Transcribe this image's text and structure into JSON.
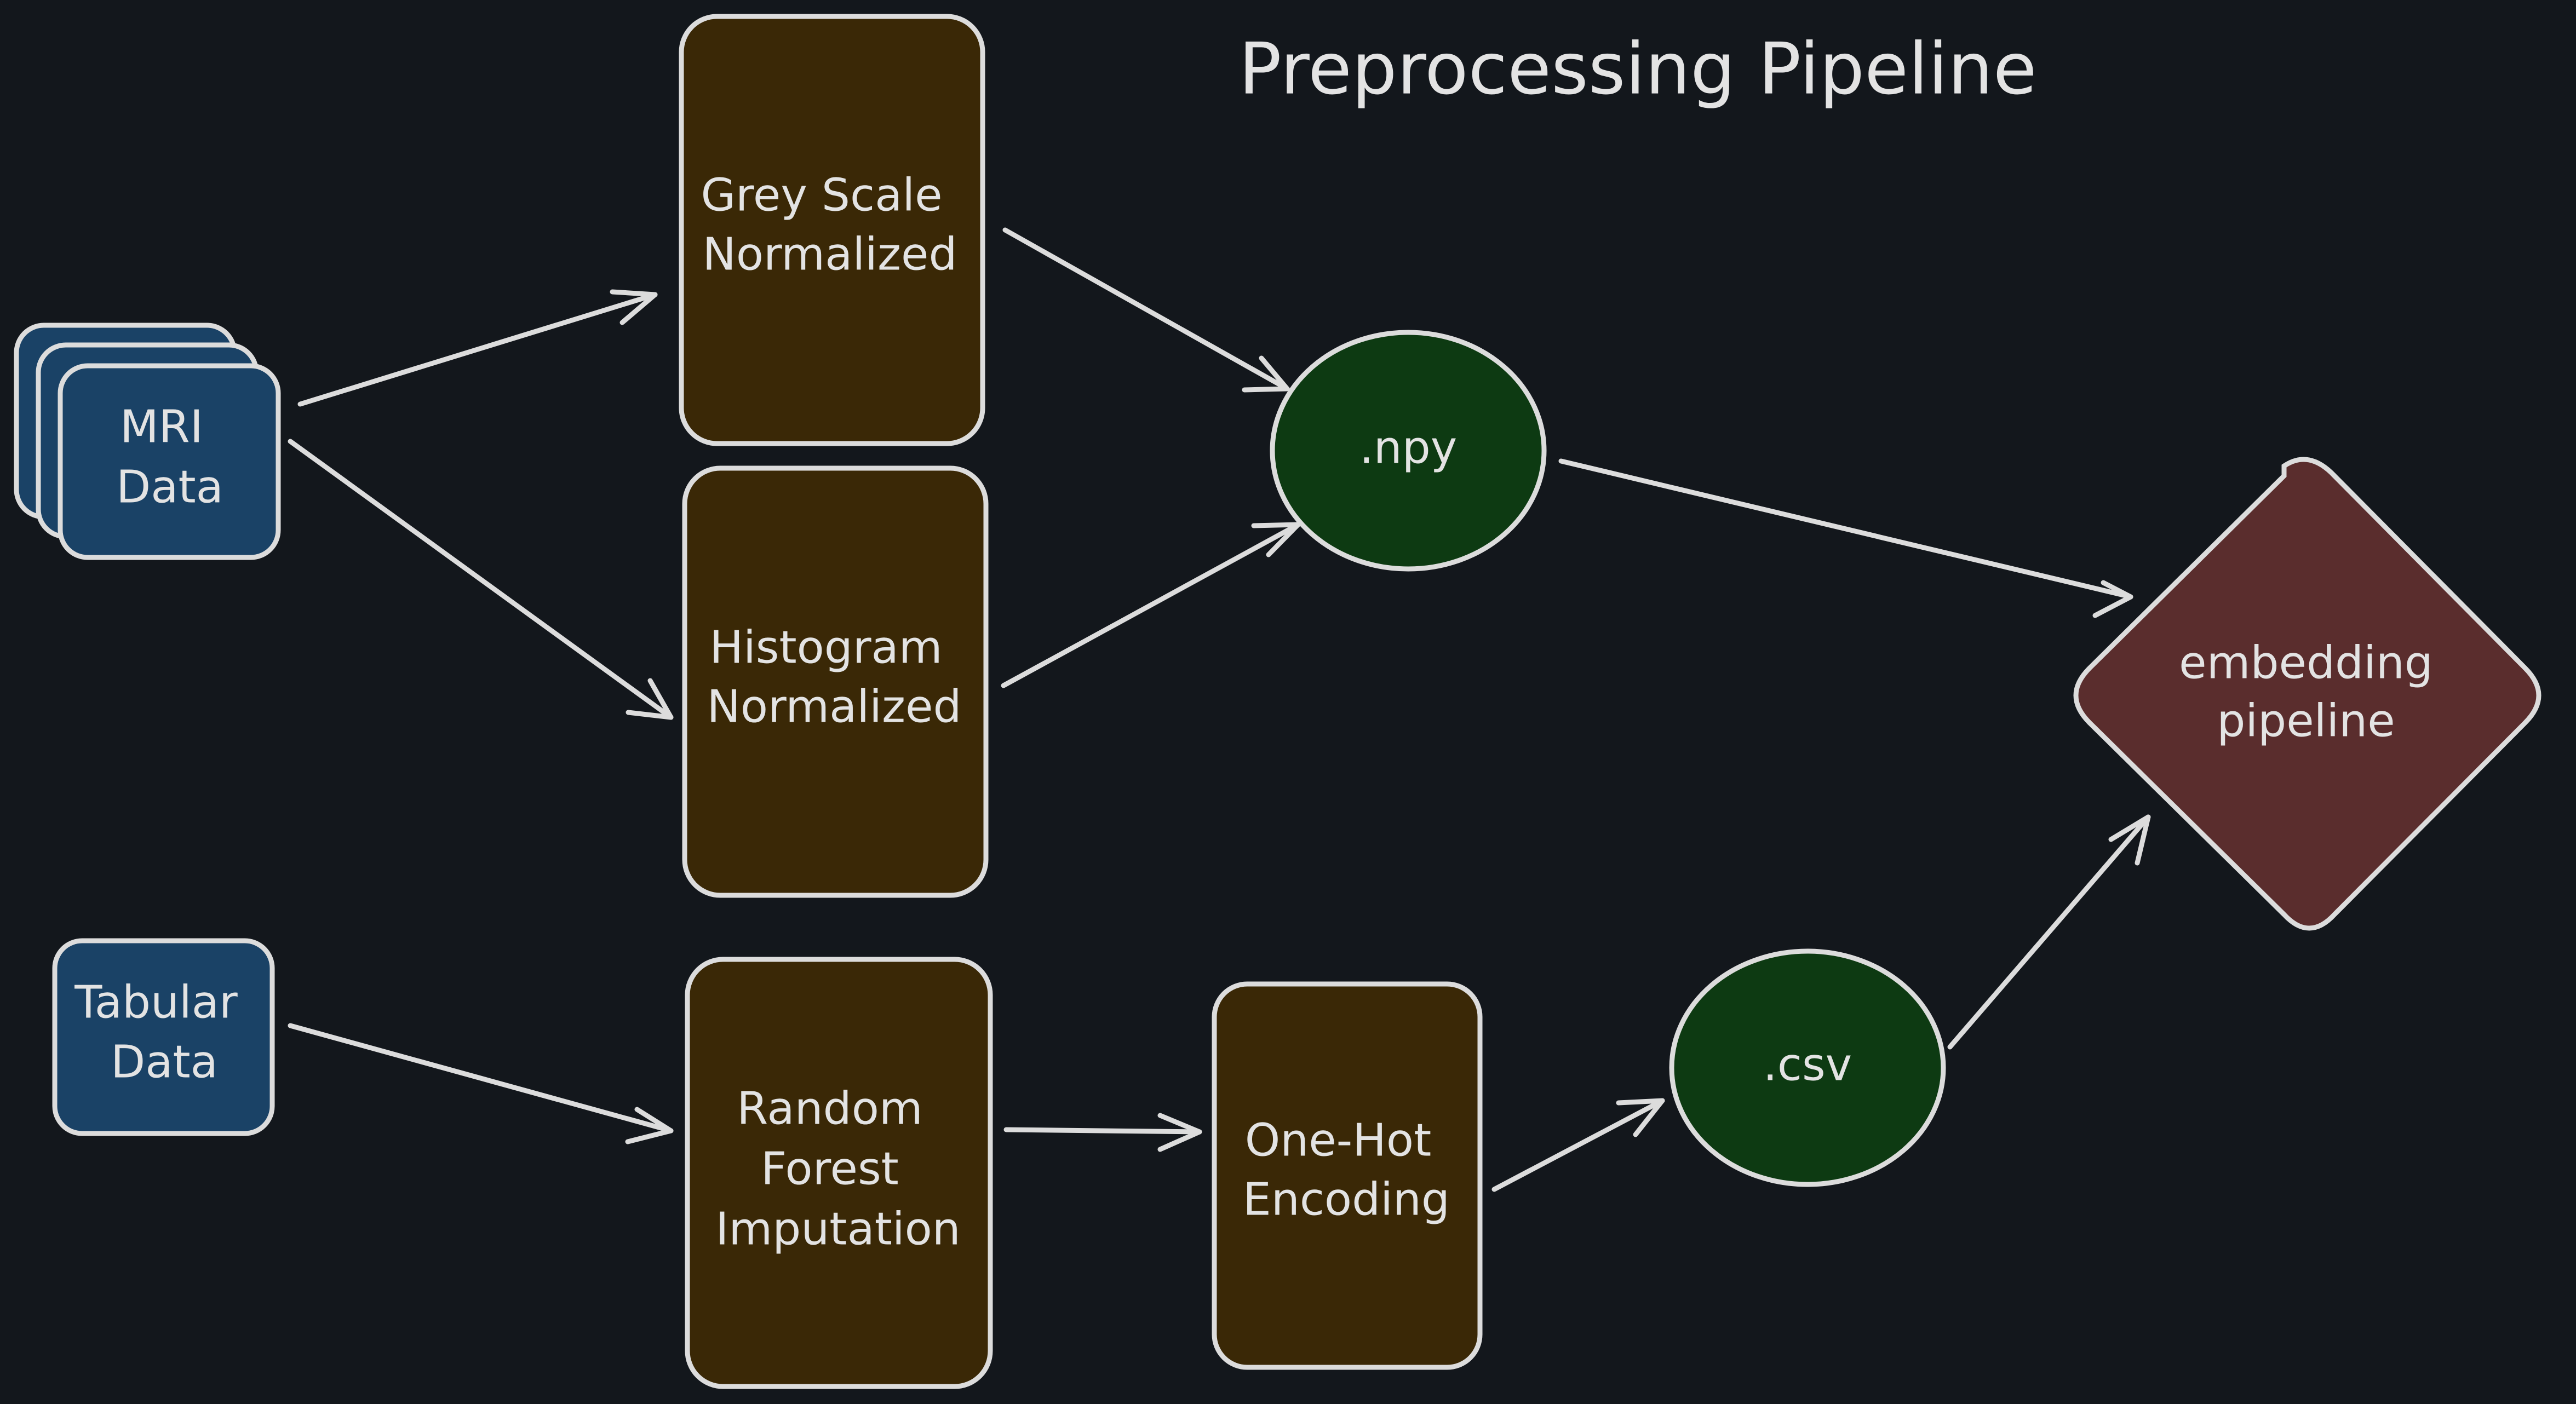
{
  "title": "Preprocessing Pipeline",
  "nodes": {
    "mri": {
      "lines": [
        "MRI",
        "Data"
      ],
      "shape": "stacked-rectangle",
      "fill": "#1a4266"
    },
    "tabular": {
      "lines": [
        "Tabular",
        "Data"
      ],
      "shape": "rectangle",
      "fill": "#1a4266"
    },
    "grey": {
      "lines": [
        "Grey Scale",
        "Normalized"
      ],
      "shape": "rectangle",
      "fill": "#3a2806"
    },
    "hist": {
      "lines": [
        "Histogram",
        "Normalized"
      ],
      "shape": "rectangle",
      "fill": "#3a2806"
    },
    "rf": {
      "lines": [
        "Random",
        "Forest",
        "Imputation"
      ],
      "shape": "rectangle",
      "fill": "#3a2806"
    },
    "onehot": {
      "lines": [
        "One-Hot",
        "Encoding"
      ],
      "shape": "rectangle",
      "fill": "#3a2806"
    },
    "npy": {
      "lines": [
        ".npy"
      ],
      "shape": "ellipse",
      "fill": "#0d3a12"
    },
    "csv": {
      "lines": [
        ".csv"
      ],
      "shape": "ellipse",
      "fill": "#0d3a12"
    },
    "embed": {
      "lines": [
        "embedding",
        "pipeline"
      ],
      "shape": "diamond",
      "fill": "#5a2d2d"
    }
  },
  "edges": [
    {
      "from": "mri",
      "to": "grey"
    },
    {
      "from": "mri",
      "to": "hist"
    },
    {
      "from": "grey",
      "to": "npy"
    },
    {
      "from": "hist",
      "to": "npy"
    },
    {
      "from": "npy",
      "to": "embed"
    },
    {
      "from": "tabular",
      "to": "rf"
    },
    {
      "from": "rf",
      "to": "onehot"
    },
    {
      "from": "onehot",
      "to": "csv"
    },
    {
      "from": "csv",
      "to": "embed"
    }
  ],
  "colors": {
    "background": "#13171c",
    "stroke": "#dcdcdc",
    "text": "#e3e3e3"
  }
}
